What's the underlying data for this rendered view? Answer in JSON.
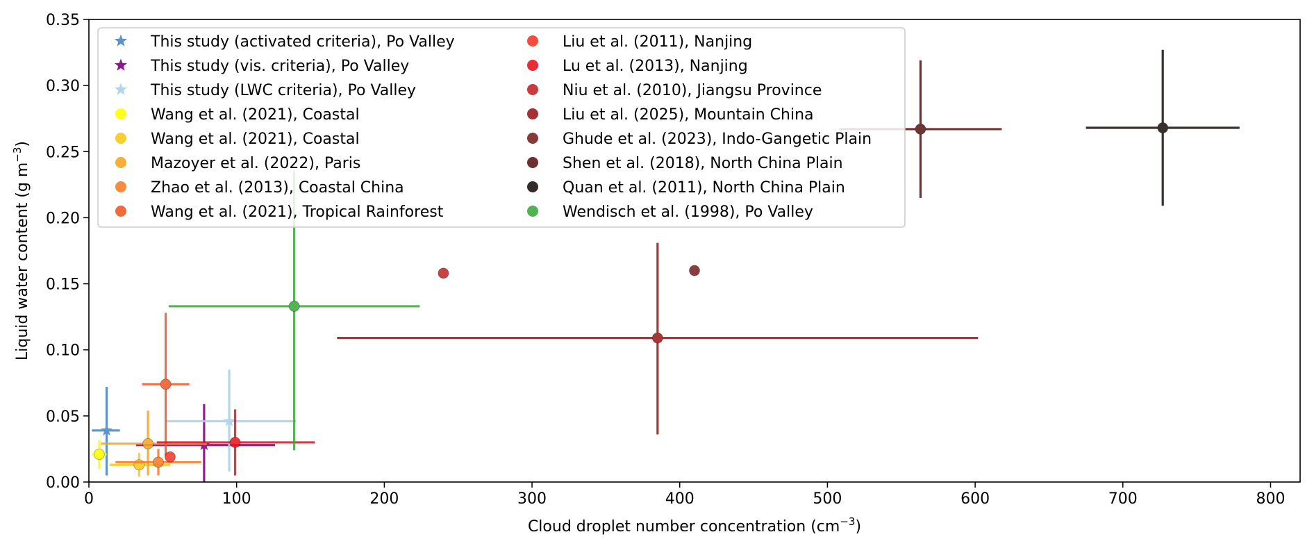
{
  "chart_data": {
    "type": "scatter",
    "xlabel": "Cloud droplet number concentration (cm",
    "xlabel_sup": "−3",
    "xlabel_end": ")",
    "ylabel": "Liquid water content (g m",
    "ylabel_sup": "−3",
    "ylabel_end": ")",
    "xlim": [
      0,
      820
    ],
    "ylim": [
      0,
      0.35
    ],
    "xticks": [
      "0",
      "100",
      "200",
      "300",
      "400",
      "500",
      "600",
      "700",
      "800"
    ],
    "yticks": [
      "0.00",
      "0.05",
      "0.10",
      "0.15",
      "0.20",
      "0.25",
      "0.30",
      "0.35"
    ],
    "grid": false,
    "legend_placement": "top-left",
    "series": [
      {
        "name": "This study (activated criteria), Po Valley",
        "marker": "star",
        "color": "#4a86bf",
        "x": 12,
        "y": 0.039,
        "xerr": [
          2,
          21
        ],
        "yerr": [
          0.005,
          0.072
        ]
      },
      {
        "name": "This study (vis. criteria), Po Valley",
        "marker": "star",
        "color": "#800080",
        "x": 78,
        "y": 0.028,
        "xerr": [
          32,
          126
        ],
        "yerr": [
          0.0,
          0.059
        ]
      },
      {
        "name": "This study (LWC criteria), Po Valley",
        "marker": "star",
        "color": "#a8d2e6",
        "x": 95,
        "y": 0.046,
        "xerr": [
          52,
          140
        ],
        "yerr": [
          0.008,
          0.085
        ]
      },
      {
        "name": "Wang et al. (2021), Coastal",
        "marker": "circle",
        "color": "#ffff00",
        "x": 7,
        "y": 0.021,
        "xerr": [
          2,
          12
        ],
        "yerr": [
          0.01,
          0.032
        ]
      },
      {
        "name": "Wang et al. (2021), Coastal",
        "marker": "circle",
        "color": "#f7c91b",
        "x": 34,
        "y": 0.013,
        "xerr": [
          14,
          55
        ],
        "yerr": [
          0.004,
          0.022
        ]
      },
      {
        "name": "Mazoyer et al. (2022), Paris",
        "marker": "circle",
        "color": "#f5a623",
        "x": 40,
        "y": 0.029,
        "xerr": [
          8,
          80
        ],
        "yerr": [
          0.005,
          0.054
        ]
      },
      {
        "name": "Zhao et al. (2013), Coastal China",
        "marker": "circle",
        "color": "#f47f2a",
        "x": 47,
        "y": 0.015,
        "xerr": [
          18,
          76
        ],
        "yerr": [
          0.005,
          0.025
        ]
      },
      {
        "name": "Wang et al. (2021), Tropical Rainforest",
        "marker": "circle",
        "color": "#f05a28",
        "x": 52,
        "y": 0.074,
        "xerr": [
          36,
          68
        ],
        "yerr": [
          0.02,
          0.128
        ]
      },
      {
        "name": "Liu et al. (2011), Nanjing",
        "marker": "circle",
        "color": "#f23a2a",
        "x": 55,
        "y": 0.019,
        "xerr": [
          55,
          55
        ],
        "yerr": [
          0.019,
          0.019
        ]
      },
      {
        "name": "Lu et al. (2013), Nanjing",
        "marker": "circle",
        "color": "#e8161e",
        "x": 99,
        "y": 0.03,
        "xerr": [
          46,
          153
        ],
        "yerr": [
          0.005,
          0.055
        ]
      },
      {
        "name": "Niu et al. (2010), Jiangsu Province",
        "marker": "circle",
        "color": "#c4282a",
        "x": 240,
        "y": 0.158,
        "xerr": [
          240,
          240
        ],
        "yerr": [
          0.158,
          0.158
        ]
      },
      {
        "name": "Liu et al. (2025), Mountain China",
        "marker": "circle",
        "color": "#9b1c1c",
        "x": 385,
        "y": 0.109,
        "xerr": [
          168,
          602
        ],
        "yerr": [
          0.036,
          0.181
        ]
      },
      {
        "name": "Ghude et al. (2023), Indo-Gangetic Plain",
        "marker": "circle",
        "color": "#7b2323",
        "x": 410,
        "y": 0.16,
        "xerr": [
          410,
          410
        ],
        "yerr": [
          0.16,
          0.16
        ]
      },
      {
        "name": "Shen et al. (2018), North China Plain",
        "marker": "circle",
        "color": "#5c1a1a",
        "x": 563,
        "y": 0.267,
        "xerr": [
          508,
          618
        ],
        "yerr": [
          0.215,
          0.319
        ]
      },
      {
        "name": "Quan et al. (2011), North China Plain",
        "marker": "circle",
        "color": "#1e1414",
        "x": 727,
        "y": 0.268,
        "xerr": [
          675,
          779
        ],
        "yerr": [
          0.209,
          0.327
        ]
      },
      {
        "name": "Wendisch et al. (1998), Po Valley",
        "marker": "circle",
        "color": "#3daa3d",
        "x": 139,
        "y": 0.133,
        "xerr": [
          54,
          224
        ],
        "yerr": [
          0.024,
          0.235
        ]
      }
    ]
  }
}
